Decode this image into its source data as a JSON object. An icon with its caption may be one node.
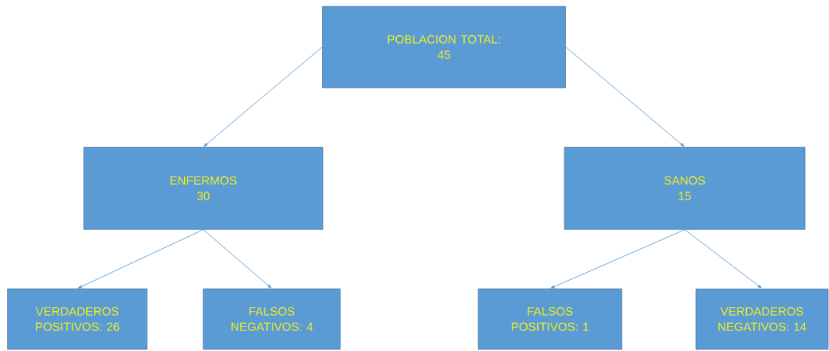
{
  "diagram": {
    "nodes": [
      {
        "text": [
          "POBLACION TOTAL:",
          "45"
        ]
      },
      {
        "text": [
          "ENFERMOS",
          "30"
        ]
      },
      {
        "text": [
          "SANOS",
          "15"
        ]
      },
      {
        "text": [
          "VERDADEROS POSITIVOS: 26"
        ]
      },
      {
        "text": [
          "FALSOS NEGATIVOS: 4"
        ]
      },
      {
        "text": [
          "FALSOS POSITIVOS: 1"
        ]
      },
      {
        "text": [
          "VERDADEROS NEGATIVOS: 14"
        ]
      }
    ],
    "edges": [
      {
        "from": 0,
        "to": 1,
        "arrow": "to"
      },
      {
        "from": 0,
        "to": 2,
        "arrow": "to"
      },
      {
        "from": 1,
        "to": 3,
        "arrow": "to"
      },
      {
        "from": 1,
        "to": 4,
        "arrow": "to"
      },
      {
        "from": 2,
        "to": 5,
        "arrow": "to"
      },
      {
        "from": 2,
        "to": 6,
        "arrow": "to"
      }
    ]
  }
}
